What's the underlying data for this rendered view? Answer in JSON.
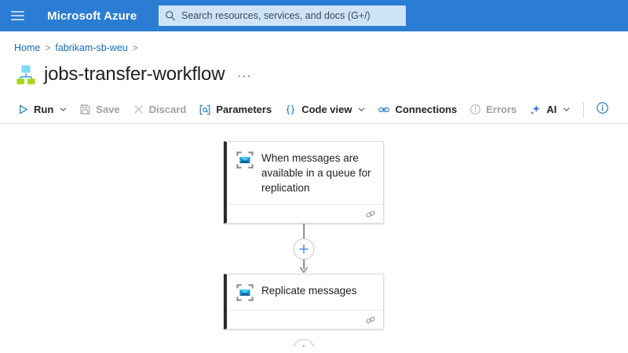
{
  "header": {
    "menu_icon": "hamburger-icon",
    "brand": "Microsoft Azure",
    "search": {
      "icon": "search-icon",
      "placeholder": "Search resources, services, and docs (G+/)",
      "value": ""
    },
    "background_color": "#2b7cd3",
    "search_background_color": "#cfe3f7"
  },
  "breadcrumb": {
    "items": [
      {
        "label": "Home",
        "icon": ""
      },
      {
        "label": "fabrikam-sb-weu",
        "icon": ""
      }
    ],
    "separator": ">",
    "link_color": "#0f6cbd"
  },
  "page": {
    "icon": "logic-app-icon",
    "title": "jobs-transfer-workflow",
    "more_label": "···"
  },
  "toolbar": {
    "items": [
      {
        "id": "run",
        "label": "Run",
        "icon": "play-icon",
        "chevron": true,
        "disabled": false
      },
      {
        "id": "save",
        "label": "Save",
        "icon": "save-icon",
        "chevron": false,
        "disabled": true
      },
      {
        "id": "discard",
        "label": "Discard",
        "icon": "close-icon",
        "chevron": false,
        "disabled": true
      },
      {
        "id": "parameters",
        "label": "Parameters",
        "icon": "parameters-icon",
        "chevron": false,
        "disabled": false
      },
      {
        "id": "code-view",
        "label": "Code view",
        "icon": "braces-icon",
        "chevron": true,
        "disabled": false
      },
      {
        "id": "connections",
        "label": "Connections",
        "icon": "link-icon",
        "chevron": false,
        "disabled": false
      },
      {
        "id": "errors",
        "label": "Errors",
        "icon": "error-icon",
        "chevron": false,
        "disabled": true
      },
      {
        "id": "ai",
        "label": "AI",
        "icon": "sparkle-icon",
        "chevron": true,
        "disabled": false
      }
    ],
    "info_icon": "info-icon"
  },
  "designer": {
    "nodes": [
      {
        "id": "trigger",
        "icon": "service-bus-icon",
        "label": "When messages are available in a queue for replication",
        "connection_icon": "connection-link-icon"
      },
      {
        "id": "action-1",
        "icon": "service-bus-icon",
        "label": "Replicate messages",
        "connection_icon": "connection-link-icon"
      }
    ],
    "add_buttons": [
      {
        "id": "insert-between",
        "icon": "plus-icon"
      },
      {
        "id": "append-end",
        "icon": "plus-icon"
      }
    ],
    "accent_color": "#2b2b2b",
    "plus_color": "#4f8ede",
    "connector_color": "#8a8886"
  }
}
